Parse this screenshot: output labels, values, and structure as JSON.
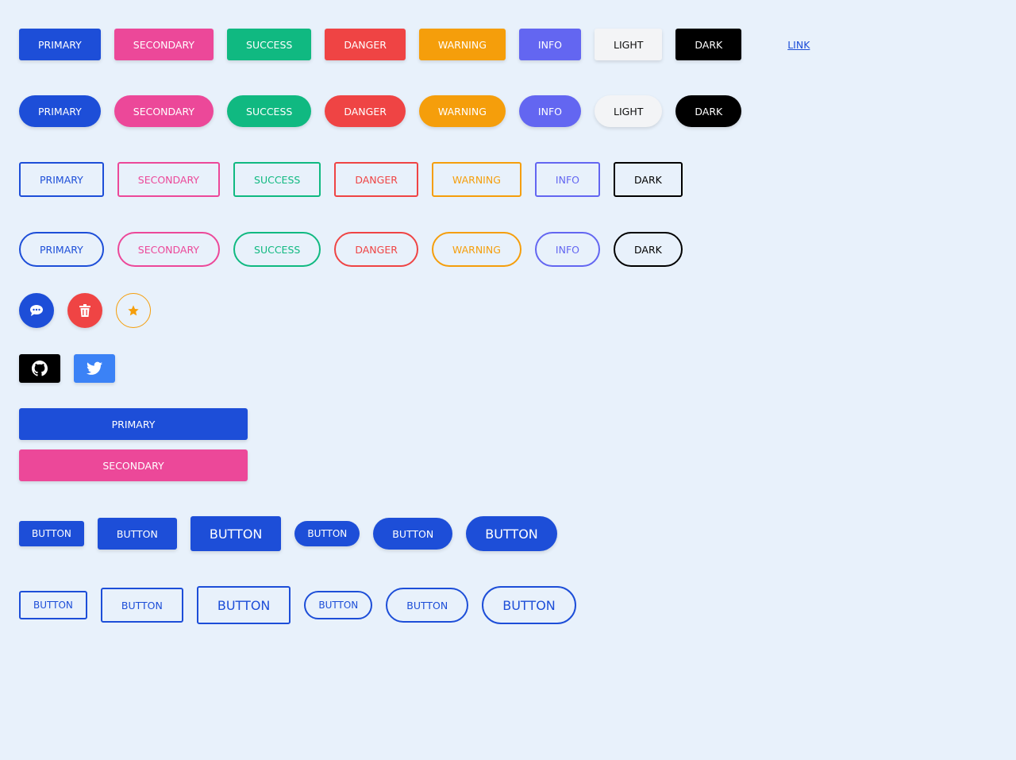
{
  "colors": {
    "primary": "#1d4ed8",
    "secondary": "#ec4899",
    "success": "#10b981",
    "danger": "#ef4444",
    "warning": "#f59e0b",
    "info": "#6366f1",
    "light": "#f3f4f6",
    "dark": "#000000",
    "twitter": "#3b82f6"
  },
  "solid": [
    "PRIMARY",
    "SECONDARY",
    "SUCCESS",
    "DANGER",
    "WARNING",
    "INFO",
    "LIGHT",
    "DARK"
  ],
  "link": "LINK",
  "outline": [
    "PRIMARY",
    "SECONDARY",
    "SUCCESS",
    "DANGER",
    "WARNING",
    "INFO",
    "DARK"
  ],
  "icons": [
    "chat-icon",
    "trash-icon",
    "star-icon"
  ],
  "social": [
    "github-icon",
    "twitter-icon"
  ],
  "block": [
    "PRIMARY",
    "SECONDARY"
  ],
  "size_label": "BUTTON"
}
